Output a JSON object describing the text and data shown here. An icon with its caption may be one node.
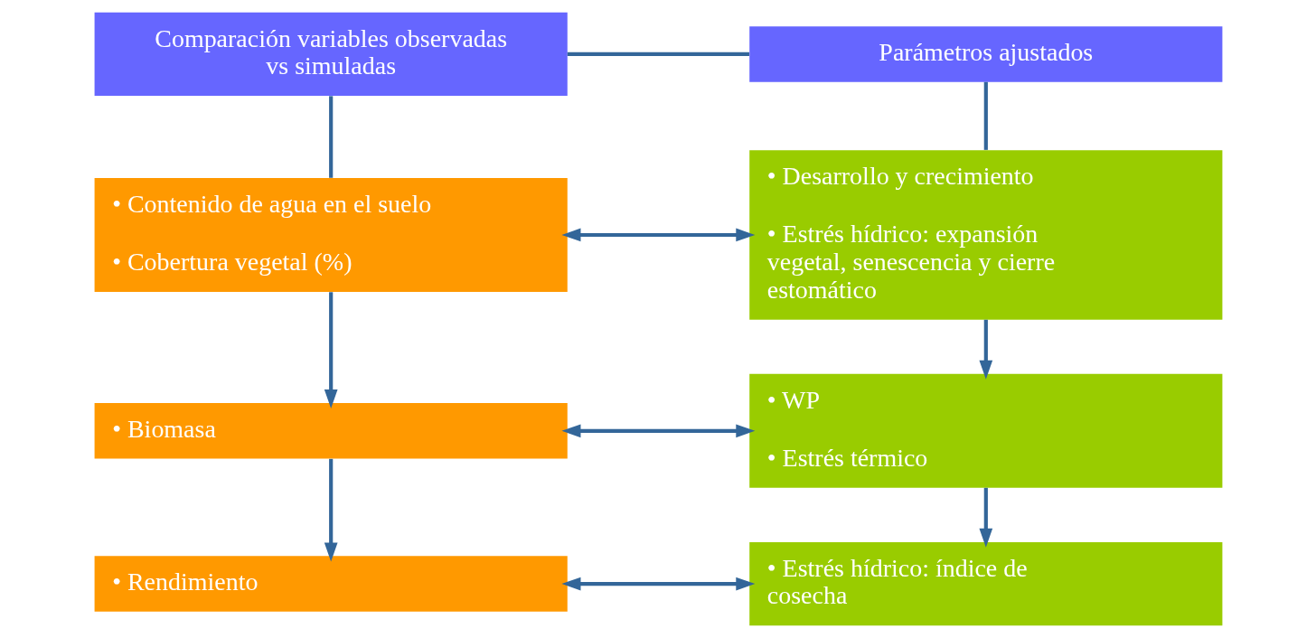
{
  "diagram": {
    "nodes": [
      {
        "text": [
          "Comparación variables observadas vs simuladas"
        ]
      },
      {
        "text": [
          "Parámetros ajustados"
        ]
      },
      {
        "text": [
          "• Contenido de agua en el suelo",
          "• Cobertura vegetal (%)"
        ]
      },
      {
        "text": [
          "• Desarrollo y crecimiento",
          "• Estrés hídrico: expansión vegetal, senescencia y cierre estomático"
        ]
      },
      {
        "text": [
          "• Biomasa"
        ]
      },
      {
        "text": [
          "• WP",
          "• Estrés térmico"
        ]
      },
      {
        "text": [
          "• Rendimiento"
        ]
      },
      {
        "text": [
          "• Estrés hídrico: índice de cosecha"
        ]
      }
    ],
    "edges": [
      {
        "from": 0,
        "to": 1,
        "arrow": "none"
      },
      {
        "from": 0,
        "to": 2,
        "arrow": "none"
      },
      {
        "from": 1,
        "to": 3,
        "arrow": "none"
      },
      {
        "from": 2,
        "to": 3,
        "arrow": "both"
      },
      {
        "from": 2,
        "to": 4,
        "arrow": "to"
      },
      {
        "from": 3,
        "to": 5,
        "arrow": "to"
      },
      {
        "from": 4,
        "to": 5,
        "arrow": "both"
      },
      {
        "from": 4,
        "to": 6,
        "arrow": "to"
      },
      {
        "from": 5,
        "to": 7,
        "arrow": "to"
      },
      {
        "from": 6,
        "to": 7,
        "arrow": "both"
      }
    ]
  }
}
